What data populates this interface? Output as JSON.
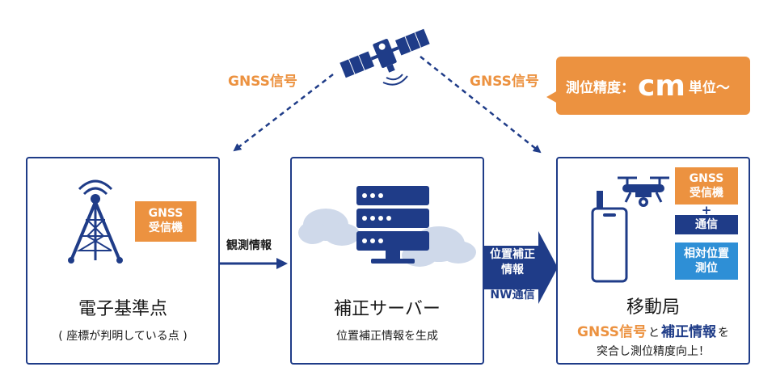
{
  "signals": {
    "left": "GNSS信号",
    "right": "GNSS信号"
  },
  "callout": {
    "prefix": "測位精度：",
    "unit": "cm",
    "suffix": "単位〜"
  },
  "station": {
    "tag": "GNSS\n受信機",
    "title": "電子基準点",
    "subtitle": "( 座標が判明している点 )"
  },
  "arrow1": {
    "label": "観測情報"
  },
  "server": {
    "title": "補正サーバー",
    "subtitle": "位置補正情報を生成"
  },
  "arrow2": {
    "label_top": "位置補正\n情報",
    "label_bottom": "NW通信"
  },
  "mobile": {
    "tag_gnss": "GNSS\n受信機",
    "plus": "+",
    "tag_comm": "通信",
    "tag_rel": "相対位置\n測位",
    "title": "移動局",
    "line1_a": "GNSS信号",
    "line1_b": "と",
    "line1_c": "補正情報",
    "line1_d": "を",
    "line2": "突合し測位精度向上！"
  },
  "colors": {
    "navy": "#1f3c88",
    "orange": "#ec9240",
    "lightblue": "#2e8fd6",
    "cloud": "#cfd9ea"
  }
}
